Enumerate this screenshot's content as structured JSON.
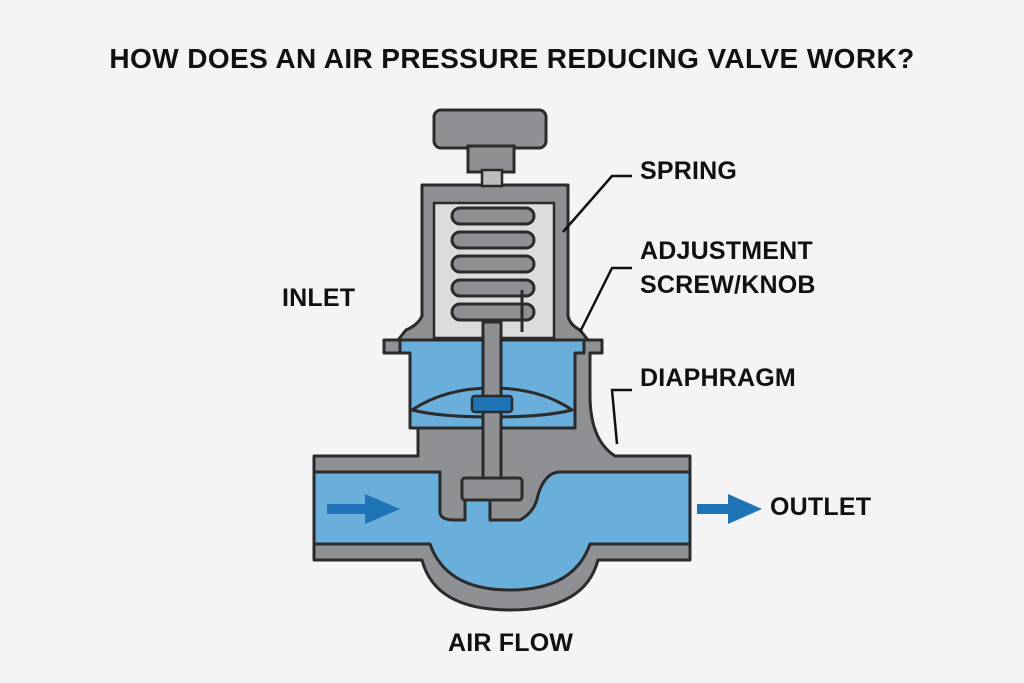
{
  "title": "HOW DOES AN AIR PRESSURE REDUCING VALVE WORK?",
  "labels": {
    "spring": "SPRING",
    "adjustment_line1": "ADJUSTMENT",
    "adjustment_line2": "SCREW/KNOB",
    "inlet": "INLET",
    "diaphragm": "DIAPHRAGM",
    "outlet": "OUTLET",
    "air_flow": "AIR FLOW"
  },
  "colors": {
    "background": "#f4f4f4",
    "body": "#8e9093",
    "outline": "#2b2b2b",
    "fluid": "#6aaedb",
    "arrow": "#1f73b7",
    "bonnet_interior": "#dcdcdc"
  }
}
